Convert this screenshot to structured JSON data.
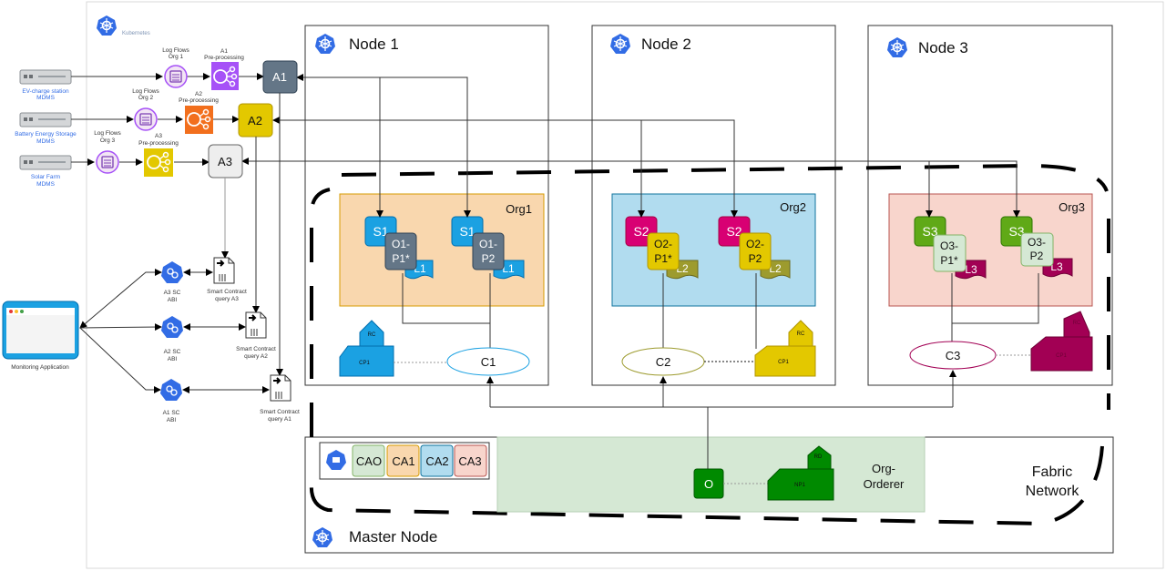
{
  "kubernetes_label": "Kubernetes",
  "nodes": {
    "node1": "Node 1",
    "node2": "Node 2",
    "node3": "Node 3",
    "master": "Master Node"
  },
  "sources": [
    {
      "line1": "EV-charge station",
      "line2": "MDMS"
    },
    {
      "line1": "Battery Energy Storage",
      "line2": "MDMS"
    },
    {
      "line1": "Solar Farm",
      "line2": "MDMS"
    }
  ],
  "log_flows": [
    {
      "line1": "Log Flows",
      "line2": "Org 1"
    },
    {
      "line1": "Log Flows",
      "line2": "Org 2"
    },
    {
      "line1": "Log Flows",
      "line2": "Org 3"
    }
  ],
  "preprocessing": [
    {
      "line1": "A1",
      "line2": "Pre-processing"
    },
    {
      "line1": "A2",
      "line2": "Pre-processing"
    },
    {
      "line1": "A3",
      "line2": "Pre-processing"
    }
  ],
  "agents": [
    "A1",
    "A2",
    "A3"
  ],
  "sc_abi": [
    {
      "line1": "A3 SC",
      "line2": "ABI"
    },
    {
      "line1": "A2 SC",
      "line2": "ABI"
    },
    {
      "line1": "A1 SC",
      "line2": "ABI"
    }
  ],
  "sc_query": [
    {
      "line1": "Smart Contract",
      "line2": "query A3"
    },
    {
      "line1": "Smart Contract",
      "line2": "query A2"
    },
    {
      "line1": "Smart Contract",
      "line2": "query A1"
    }
  ],
  "monitoring_label": "Monitoring Application",
  "orgs": [
    {
      "name": "Org1",
      "peers": [
        {
          "s": "S1",
          "o1": "O1-",
          "o2": "P1*",
          "l": "L1"
        },
        {
          "s": "S1",
          "o1": "O1-",
          "o2": "P2",
          "l": "L1"
        }
      ],
      "channel": "C1",
      "cp": "CP1",
      "rc": "RC"
    },
    {
      "name": "Org2",
      "peers": [
        {
          "s": "S2",
          "o1": "O2-",
          "o2": "P1*",
          "l": "L2"
        },
        {
          "s": "S2",
          "o1": "O2-",
          "o2": "P2",
          "l": "L2"
        }
      ],
      "channel": "C2",
      "cp": "CP1",
      "rc": "RC"
    },
    {
      "name": "Org3",
      "peers": [
        {
          "s": "S3",
          "o1": "O3-",
          "o2": "P1*",
          "l": "L3"
        },
        {
          "s": "S3",
          "o1": "O3-",
          "o2": "P2",
          "l": "L3"
        }
      ],
      "channel": "C3",
      "cp": "CP1",
      "rc": "RC"
    }
  ],
  "cas": [
    "CAO",
    "CA1",
    "CA2",
    "CA3"
  ],
  "orderer": {
    "o": "O",
    "np": "NP1",
    "rd": "RD",
    "line1": "Org-",
    "line2": "Orderer"
  },
  "fabric": {
    "line1": "Fabric",
    "line2": "Network"
  },
  "colors": {
    "org1_fill": "#f9d7ae",
    "org2_fill": "#b1dcef",
    "org3_fill": "#f8d5cc",
    "orderer_fill": "#d5e8d4",
    "s1": "#1ba1e2",
    "o1": "#647687",
    "s2": "#d80073",
    "o2": "#e3c800",
    "s3": "#60a917",
    "o3": "#d5e8d4",
    "l2": "#9d9b2e",
    "l3": "#a20054",
    "agent_gray": "#647687",
    "agent_yellow": "#e3c800",
    "orderer_green": "#008a00",
    "pre1": "#a651f7",
    "pre2": "#f26f1d",
    "pre3": "#e3c800",
    "kube_blue": "#326ce5"
  }
}
